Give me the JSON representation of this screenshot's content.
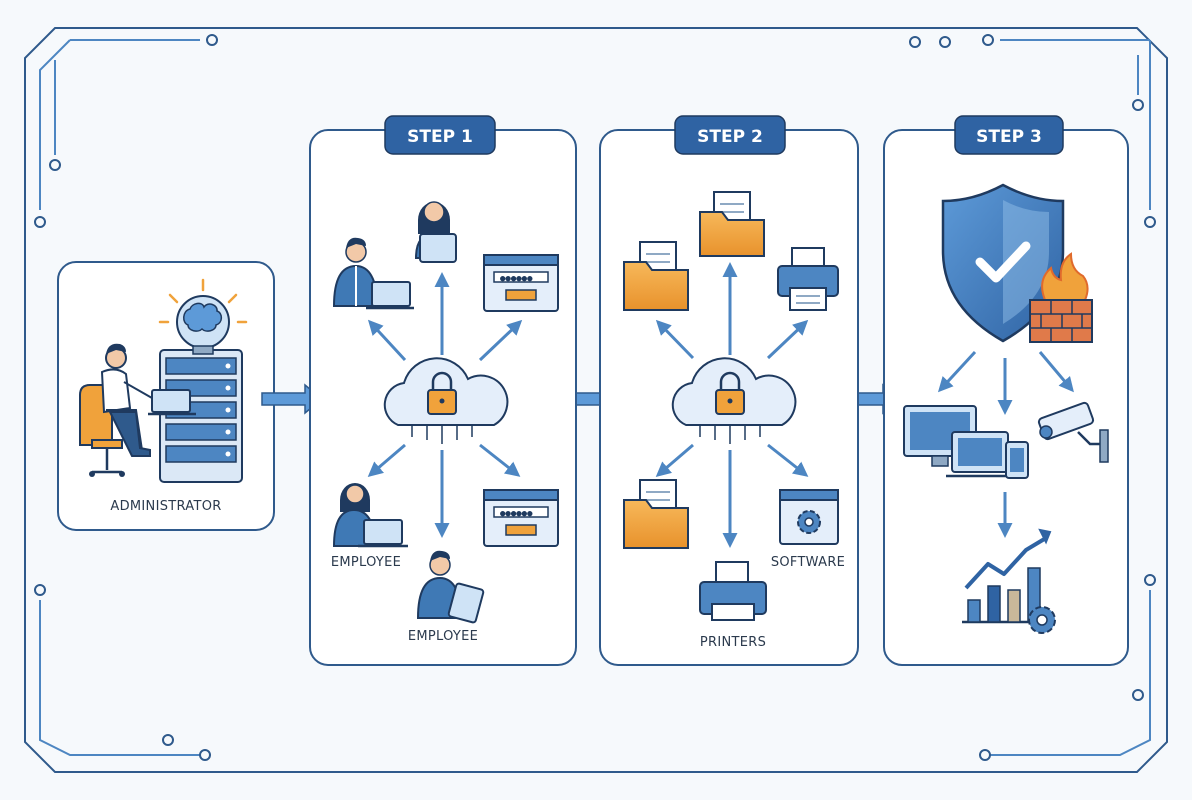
{
  "administrator": {
    "label": "ADMINISTRATOR"
  },
  "steps": [
    {
      "label": "STEP 1",
      "employee_label_left": "EMPLOYEE",
      "employee_label_bottom": "EMPLOYEE"
    },
    {
      "label": "STEP 2",
      "software_label": "SOFTWARE",
      "printers_label": "PRINTERS"
    },
    {
      "label": "STEP 3"
    }
  ],
  "colors": {
    "outline": "#1f3a5f",
    "accent_blue": "#3f79b5",
    "light_blue": "#c9def2",
    "orange": "#f0a23b",
    "background": "#f6f9fc"
  }
}
